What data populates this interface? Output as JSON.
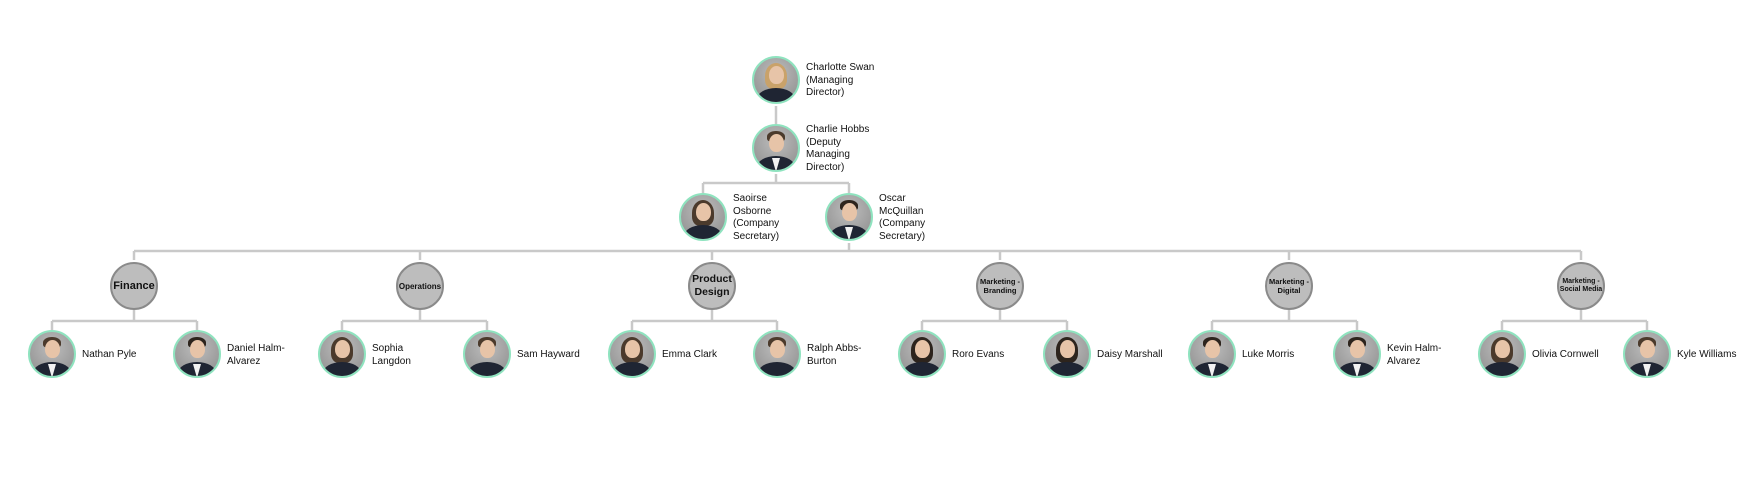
{
  "colors": {
    "connector": "#c9c9c9",
    "avatar_ring": "#8fe3bf",
    "department_fill": "#bdbdbd",
    "department_ring": "#8a8a8a"
  },
  "leaders": [
    {
      "id": "charlotte",
      "name": "Charlotte Swan\n(Managing\nDirector)"
    },
    {
      "id": "charlie",
      "name": "Charlie Hobbs\n(Deputy\nManaging\nDirector)"
    },
    {
      "id": "saoirse",
      "name": "Saoirse\nOsborne\n(Company\nSecretary)"
    },
    {
      "id": "oscar",
      "name": "Oscar\nMcQuillan\n(Company\nSecretary)"
    }
  ],
  "departments": [
    {
      "id": "finance",
      "label": "Finance",
      "members": [
        "Nathan Pyle",
        "Daniel Halm-\nAlvarez"
      ]
    },
    {
      "id": "operations",
      "label": "Operations",
      "members": [
        "Sophia\nLangdon",
        "Sam Hayward"
      ]
    },
    {
      "id": "product-design",
      "label": "Product\nDesign",
      "members": [
        "Emma Clark",
        "Ralph Abbs-\nBurton"
      ]
    },
    {
      "id": "marketing-branding",
      "label": "Marketing -\nBranding",
      "members": [
        "Roro Evans",
        "Daisy Marshall"
      ]
    },
    {
      "id": "marketing-digital",
      "label": "Marketing -\nDigital",
      "members": [
        "Luke Morris",
        "Kevin Halm-\nAlvarez"
      ]
    },
    {
      "id": "marketing-social-media",
      "label": "Marketing -\nSocial Media",
      "members": [
        "Olivia Cornwell",
        "Kyle Williams"
      ]
    }
  ]
}
